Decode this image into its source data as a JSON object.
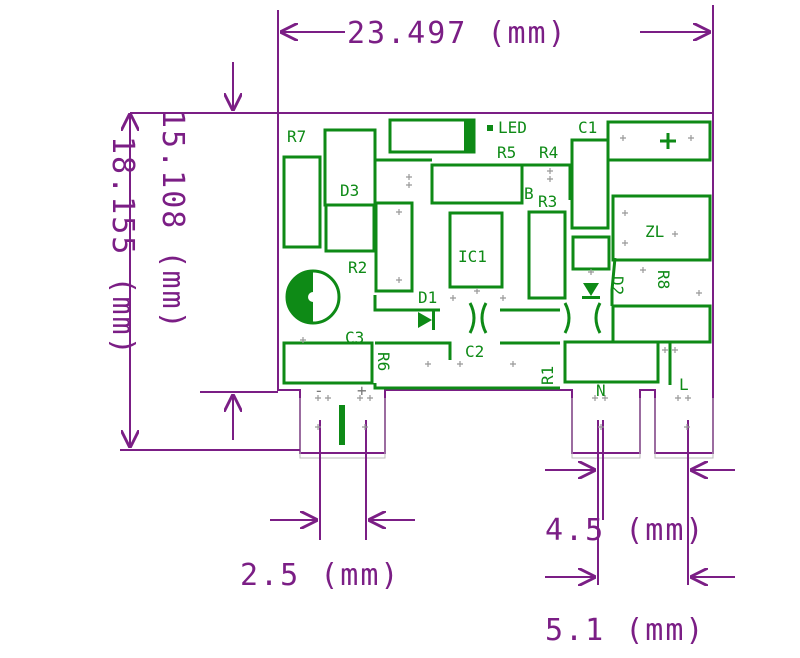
{
  "dimensions": {
    "width_top": "23.497 (mm)",
    "height_inner": "15.108 (mm)",
    "height_outer": "18.155 (mm)",
    "pin_pitch_left": "2.5 (mm)",
    "pin_pitch_mid": "4.5 (mm)",
    "pin_pitch_right": "5.1 (mm)"
  },
  "silkscreen": {
    "r7": "R7",
    "led": "LED",
    "c1": "C1",
    "r5": "R5",
    "r4": "R4",
    "d3": "D3",
    "b": "B",
    "r3": "R3",
    "ic1": "IC1",
    "zl": "ZL",
    "r2": "R2",
    "d1": "D1",
    "d2": "D2",
    "r8": "R8",
    "c3": "C3",
    "c2": "C2",
    "r6": "R6",
    "r1": "R1",
    "n": "N",
    "l": "L",
    "minus": "-",
    "plus": "+"
  },
  "colors": {
    "dimension": "#7b1e85",
    "silkscreen": "#0e8a16",
    "board_outline": "#7b1e85"
  }
}
